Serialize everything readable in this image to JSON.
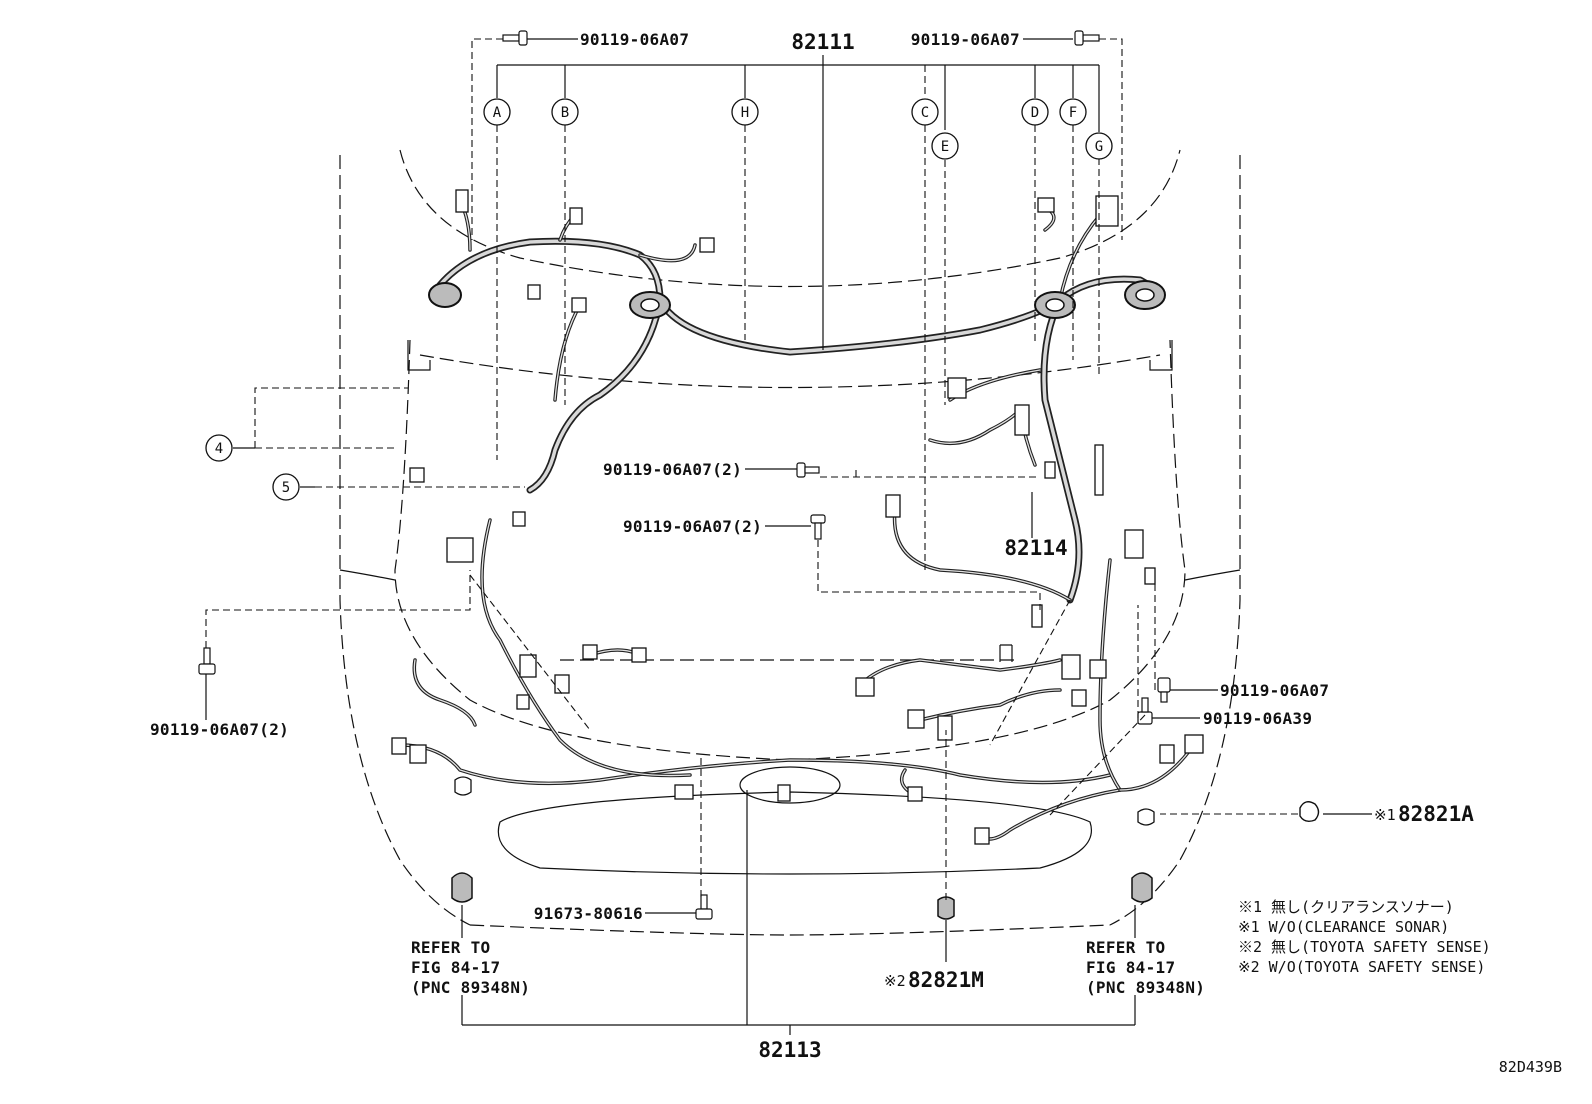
{
  "harness_main": "82111",
  "harness_bumper": "82113",
  "harness_sub": "82114",
  "bolt_a": "90119-06A07",
  "bolt_b": "90119-06A07",
  "bolt_c": "90119-06A07(2)",
  "bolt_d": "90119-06A07(2)",
  "bolt_e": "90119-06A07(2)",
  "bolt_f": "90119-06A07",
  "bolt_g": "90119-06A39",
  "bolt_h": "91673-80616",
  "clip_a_mark": "※1",
  "clip_a": "82821A",
  "clip_m_mark": "※2",
  "clip_m": "82821M",
  "callouts": {
    "A": "A",
    "B": "B",
    "H": "H",
    "C": "C",
    "E": "E",
    "D": "D",
    "F": "F",
    "G": "G",
    "n4": "4",
    "n5": "5"
  },
  "refer_left": {
    "line1": "REFER TO",
    "line2": "FIG 84-17",
    "line3": "(PNC 89348N)"
  },
  "refer_right": {
    "line1": "REFER TO",
    "line2": "FIG 84-17",
    "line3": "(PNC 89348N)"
  },
  "notes": [
    "※1 無し(クリアランスソナー)",
    "※1 W/O(CLEARANCE SONAR)",
    "※2 無し(TOYOTA SAFETY SENSE)",
    "※2 W/O(TOYOTA SAFETY SENSE)"
  ],
  "figure_code": "82D439B"
}
